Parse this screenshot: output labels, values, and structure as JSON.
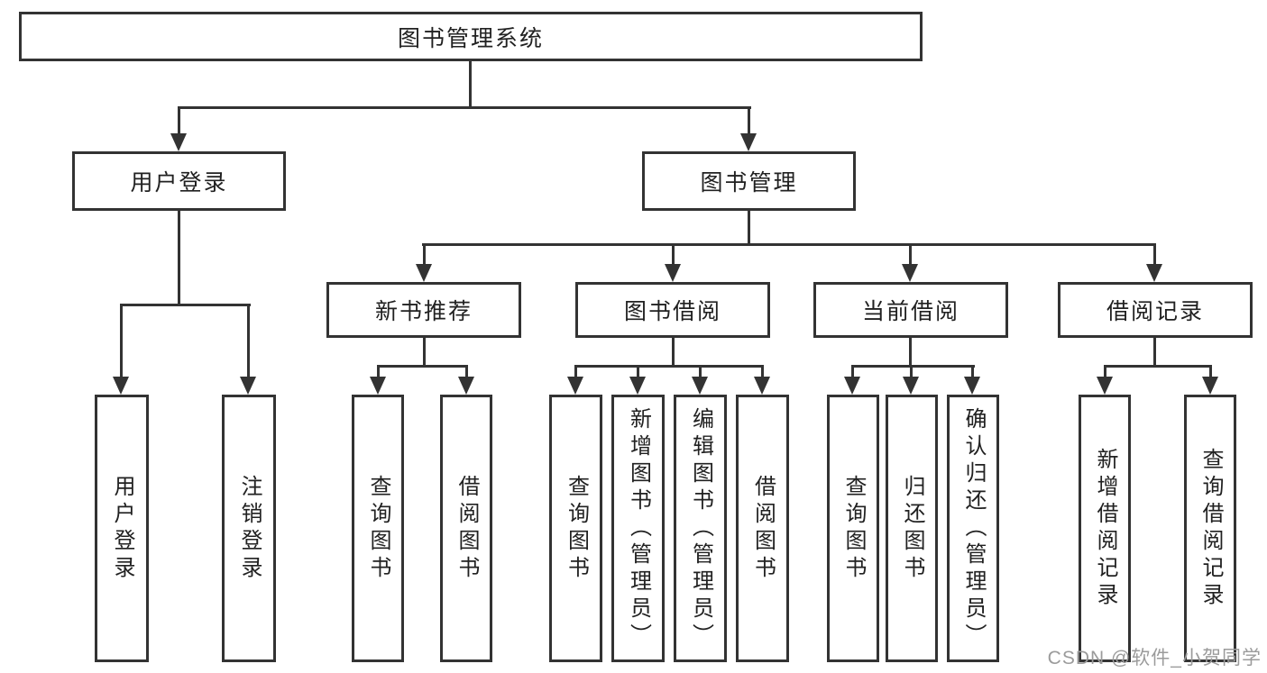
{
  "nodes": {
    "root": "图书管理系统",
    "l2": [
      "用户登录",
      "图书管理"
    ],
    "l3": [
      "新书推荐",
      "图书借阅",
      "当前借阅",
      "借阅记录"
    ],
    "leaves_user_login": [
      "用户登录",
      "注销登录"
    ],
    "leaves_new_book": [
      "查询图书",
      "借阅图书"
    ],
    "leaves_book_borrow": [
      "查询图书",
      "新增图书（管理员）",
      "编辑图书（管理员）",
      "借阅图书"
    ],
    "leaves_current_borrow": [
      "查询图书",
      "归还图书",
      "确认归还（管理员）"
    ],
    "leaves_borrow_record": [
      "新增借阅记录",
      "查询借阅记录"
    ]
  },
  "watermark": "CSDN @软件_小贺同学",
  "colors": {
    "line": "#333333",
    "text": "#212121",
    "watermark": "#9b9b9b",
    "background": "#ffffff"
  }
}
